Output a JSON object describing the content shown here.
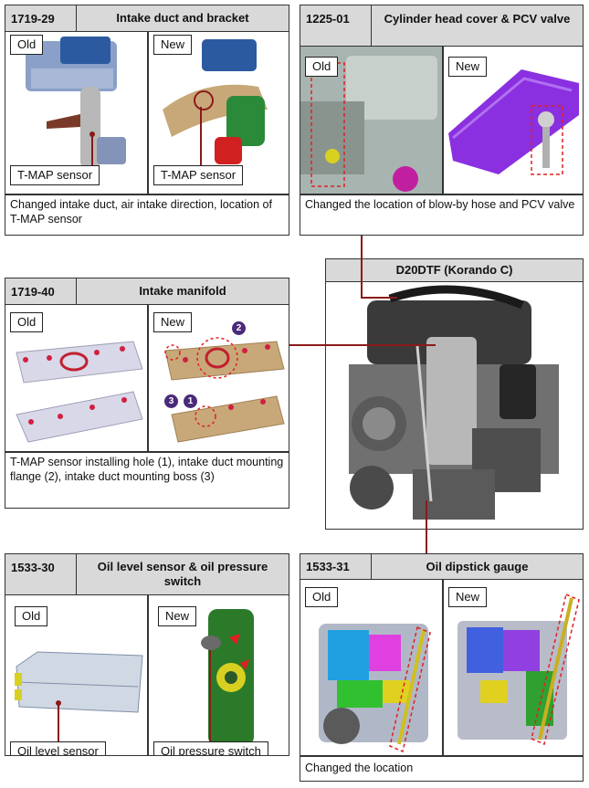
{
  "panels": {
    "intake_duct": {
      "code": "1719-29",
      "title": "Intake duct and bracket",
      "old_label": "Old",
      "new_label": "New",
      "old_caption": "T-MAP sensor",
      "new_caption": "T-MAP sensor",
      "description": "Changed intake duct, air intake direction, location of T-MAP sensor"
    },
    "cylinder_head": {
      "code": "1225-01",
      "title": "Cylinder head cover & PCV valve",
      "old_label": "Old",
      "new_label": "New",
      "description": "Changed the location of blow-by hose and PCV valve"
    },
    "intake_manifold": {
      "code": "1719-40",
      "title": "Intake manifold",
      "old_label": "Old",
      "new_label": "New",
      "badges": [
        "2",
        "3",
        "1"
      ],
      "description": "T-MAP sensor installing hole (1), intake duct mounting flange (2), intake duct mounting boss (3)"
    },
    "engine": {
      "title": "D20DTF (Korando C)"
    },
    "oil_level": {
      "code": "1533-30",
      "title": "Oil level sensor & oil pressure switch",
      "old_label": "Old",
      "new_label": "New",
      "old_caption": "Oil level sensor",
      "new_caption": "Oil pressure switch"
    },
    "dipstick": {
      "code": "1533-31",
      "title": "Oil dipstick gauge",
      "old_label": "Old",
      "new_label": "New",
      "description": "Changed the location"
    }
  },
  "colors": {
    "header_bg": "#d9d9d9",
    "connector": "#8b1a1a",
    "highlight_dash": "#e02020",
    "badge": "#4a2a7a"
  }
}
